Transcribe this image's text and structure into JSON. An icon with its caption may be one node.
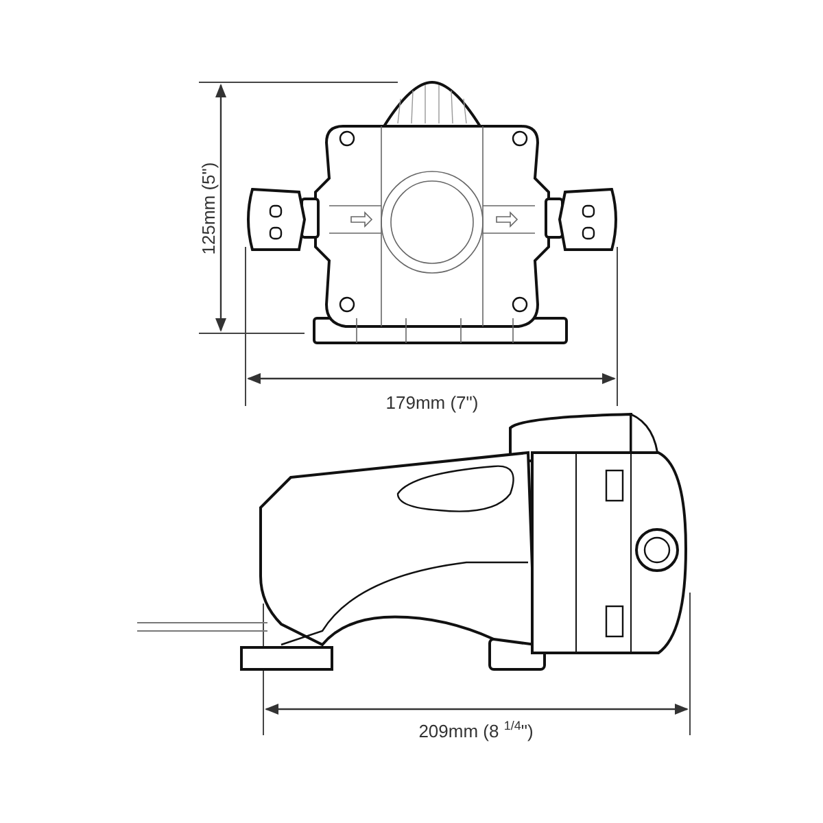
{
  "diagram": {
    "labels": [
      "125mm (5\")",
      "179mm (7\")",
      "209mm (8 $^{1/4}$\")"
    ]
  }
}
